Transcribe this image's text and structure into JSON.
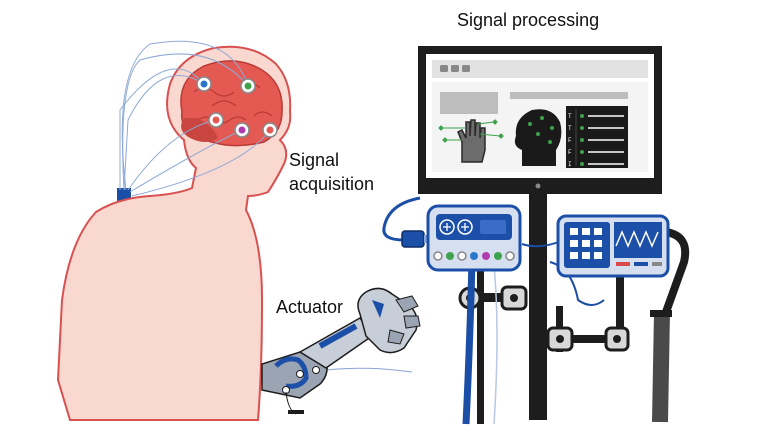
{
  "labels": {
    "signal_processing": "Signal processing",
    "signal_acquisition_line1": "Signal",
    "signal_acquisition_line2": "acquisition",
    "actuator": "Actuator"
  },
  "monitor_side_panel": [
    "T",
    "T",
    "F",
    "F",
    "I"
  ],
  "colors": {
    "skin": "#f9d8cf",
    "skin_outline": "#d95050",
    "brain": "#e45a52",
    "cable_blue": "#1b4ea6",
    "device_blue": "#1c4fa8",
    "monitor_frame": "#1d1d1d",
    "electrode_green": "#3da24a",
    "electrode_blue": "#2a77c9",
    "electrode_purple": "#b03cb0"
  },
  "icons": [
    "hand-icon",
    "head-icon",
    "brain-illustration",
    "robotic-arm",
    "monitor",
    "amplifier-device",
    "oscilloscope-device"
  ]
}
